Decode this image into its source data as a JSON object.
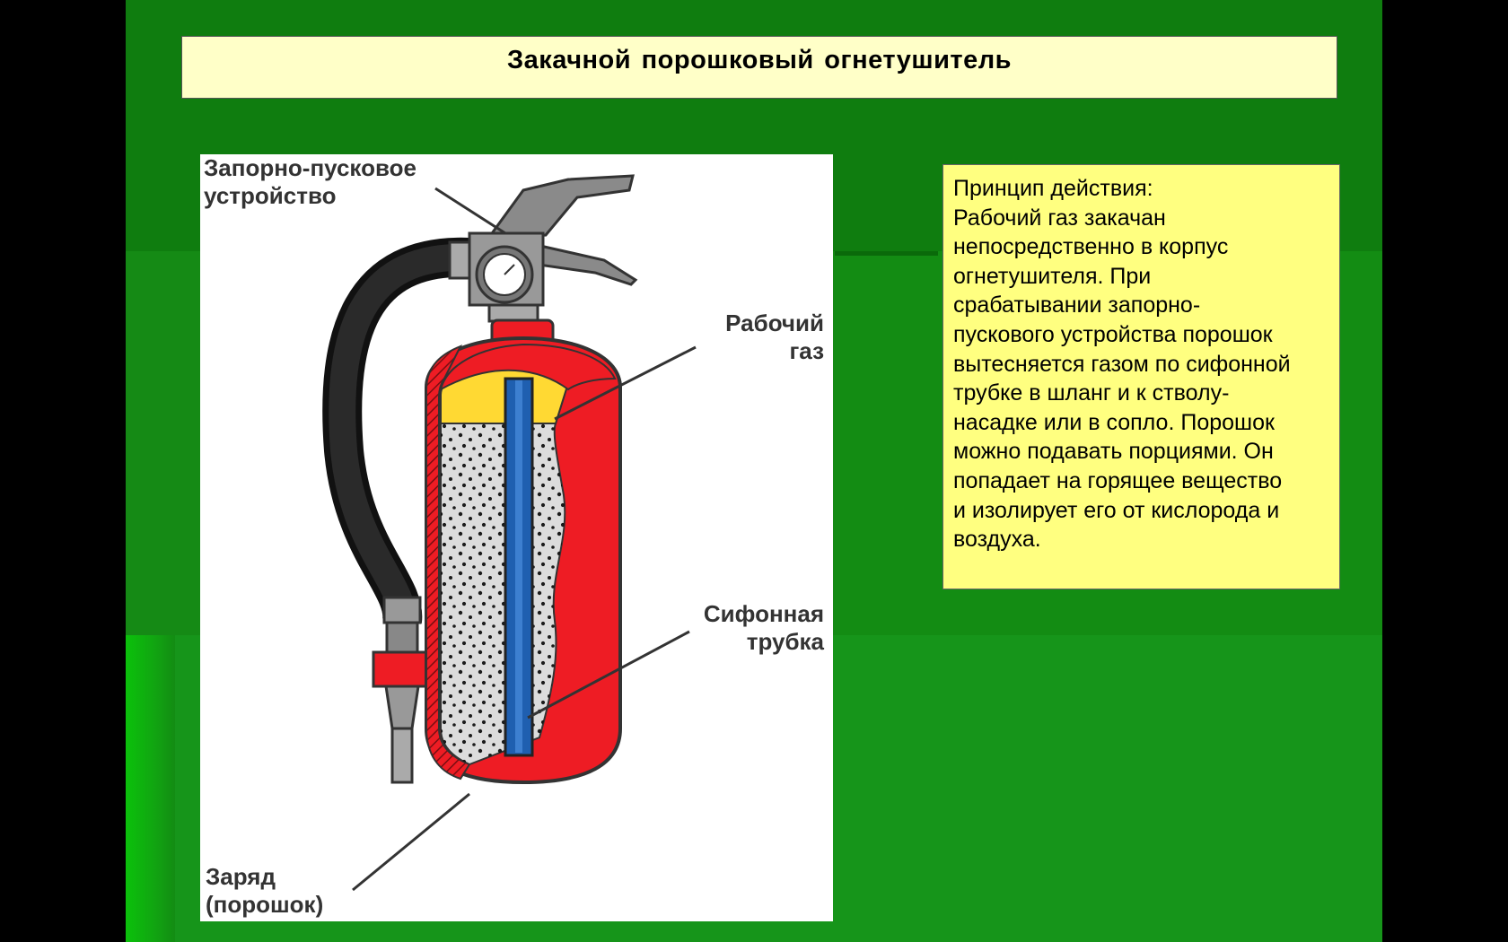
{
  "title": "Закачной порошковый огнетушитель",
  "diagram": {
    "labels": {
      "valve": [
        "Запорно-пусковое",
        "устройство"
      ],
      "gas": [
        "Рабочий",
        "газ"
      ],
      "siphon": [
        "Сифонная",
        "трубка"
      ],
      "charge": [
        "Заряд",
        "(порошок)"
      ]
    },
    "colors": {
      "body": "#ee1c24",
      "body_dark": "#b0141a",
      "gas": "#ffd933",
      "powder": "#dcdcdc",
      "siphon": "#1f5fb0",
      "hose": "#1a1a1a",
      "valve": "#8a8a8a"
    }
  },
  "info": {
    "lines": [
      "Принцип действия:",
      "Рабочий газ закачан",
      "непосредственно в корпус",
      "огнетушителя. При",
      "срабатывании запорно-",
      "пускового устройства порошок",
      "вытесняется газом по сифонной",
      "трубке в шланг и к стволу-",
      "насадке или в сопло. Порошок",
      "можно подавать порциями. Он",
      "попадает на горящее вещество",
      "и изолирует его от кислорода и",
      "воздуха."
    ]
  },
  "colors": {
    "slide_bg": "#158a15",
    "title_bg": "#ffffc8",
    "info_bg": "#ffff80"
  }
}
